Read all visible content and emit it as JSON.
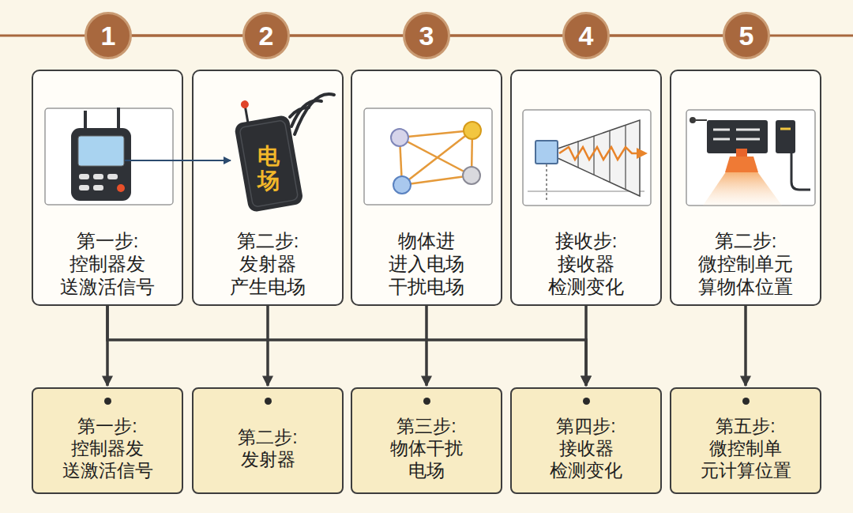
{
  "diagram": {
    "nodes": [
      {
        "text": [
          "1"
        ]
      },
      {
        "text": [
          "2"
        ]
      },
      {
        "text": [
          "3"
        ]
      },
      {
        "text": [
          "4"
        ]
      },
      {
        "text": [
          "5"
        ]
      },
      {
        "text": [
          "第一步: 控制器发 送激活信号"
        ]
      },
      {
        "text": [
          "第二步: 发射器 产生电场"
        ]
      },
      {
        "text": [
          "物体进 进入电场 干扰电场"
        ]
      },
      {
        "text": [
          "接收步: 接收器 检测变化"
        ]
      },
      {
        "text": [
          "第二步: 微控制单元 算物体位置"
        ]
      },
      {
        "text": [
          "第一步: 控制器发 送激活信号"
        ]
      },
      {
        "text": [
          "第二步: 发射器"
        ]
      },
      {
        "text": [
          "第三步: 物体干扰 电场"
        ]
      },
      {
        "text": [
          "第四步: 接收器 检测变化"
        ]
      },
      {
        "text": [
          "第五步: 微控制单 元计算位置"
        ]
      }
    ],
    "edges": [
      {
        "from": 0,
        "to": 1,
        "arrow": "none"
      },
      {
        "from": 1,
        "to": 2,
        "arrow": "none"
      },
      {
        "from": 2,
        "to": 3,
        "arrow": "none"
      },
      {
        "from": 3,
        "to": 4,
        "arrow": "none"
      },
      {
        "from": 5,
        "to": 10,
        "arrow": "to"
      },
      {
        "from": 6,
        "to": 11,
        "arrow": "to"
      },
      {
        "from": 7,
        "to": 12,
        "arrow": "to"
      },
      {
        "from": 8,
        "to": 13,
        "arrow": "to"
      },
      {
        "from": 9,
        "to": 14,
        "arrow": "to"
      },
      {
        "from": 5,
        "to": 13,
        "arrow": "to"
      }
    ],
    "labels": [
      "电场"
    ]
  }
}
